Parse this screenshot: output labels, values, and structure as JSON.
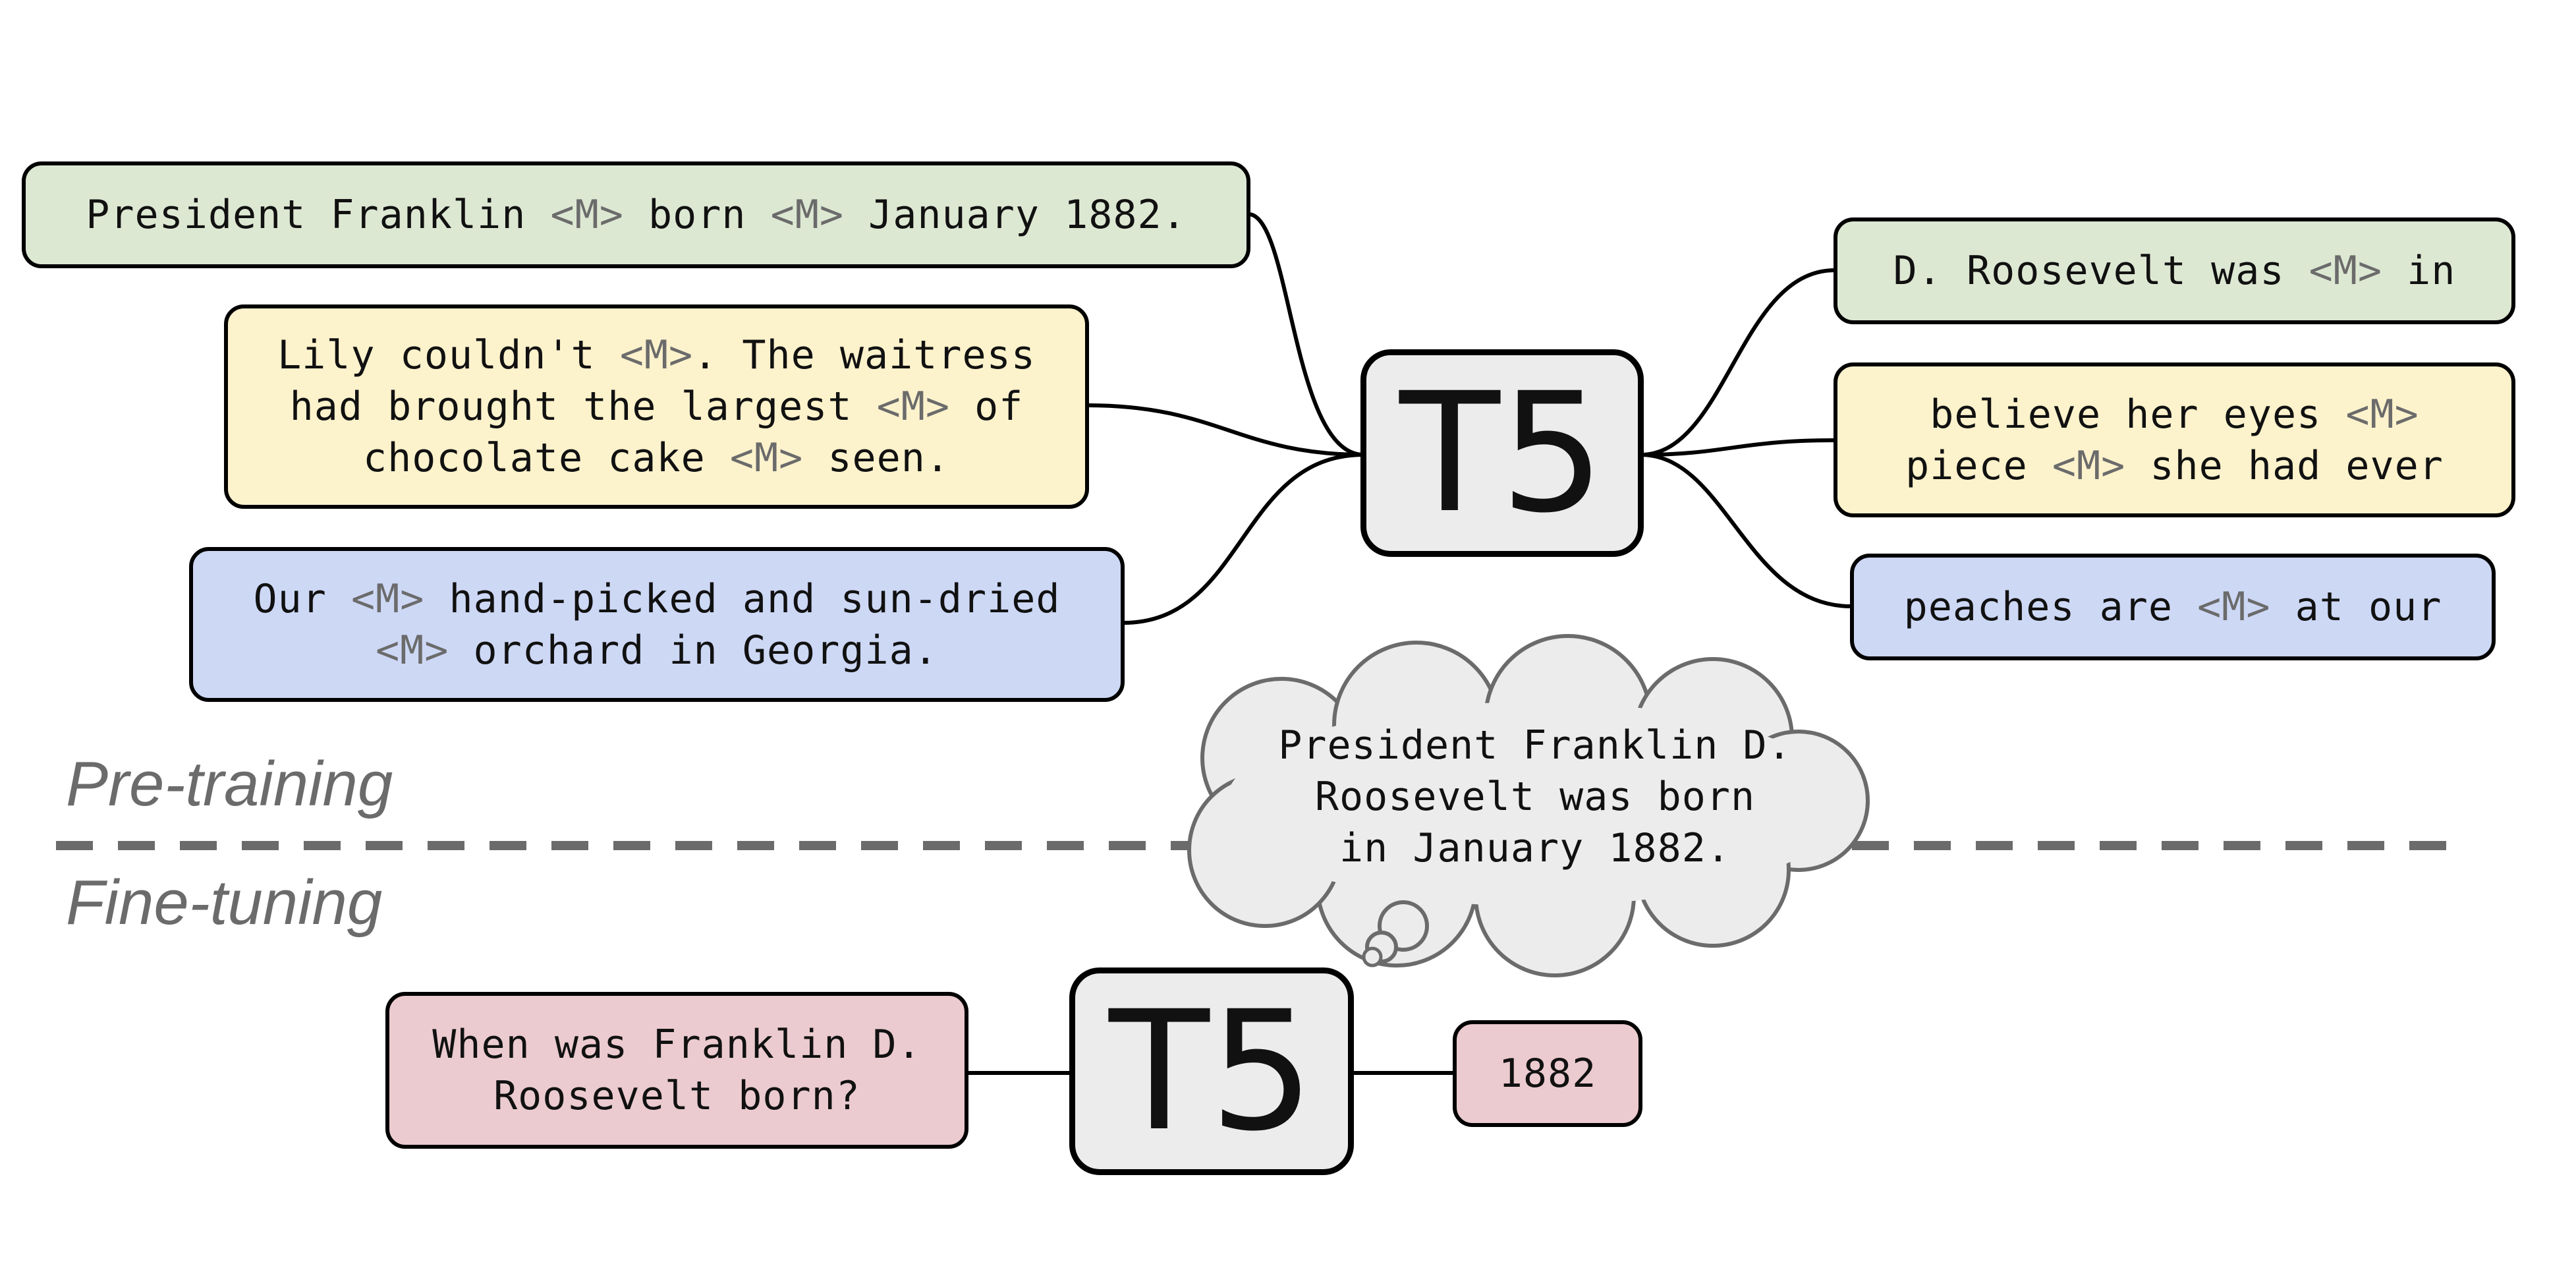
{
  "colors": {
    "green": "#dde8d3",
    "yellow": "#fcf2cc",
    "blue": "#cdd8f5",
    "pink": "#ebcbcf",
    "model": "#ececec",
    "cloud": "#ececec",
    "divider": "#6b6b6b",
    "label": "#6b6b6b",
    "mask_token": "#6b6b6b"
  },
  "pretraining": {
    "model_label": "T5",
    "inputs": [
      {
        "id": "in-1",
        "color": "green",
        "lines": [
          [
            "President Franklin ",
            "<M>",
            " born ",
            "<M>",
            " January 1882."
          ]
        ]
      },
      {
        "id": "in-2",
        "color": "yellow",
        "lines": [
          [
            "Lily couldn't ",
            "<M>",
            ". The waitress"
          ],
          [
            "had brought the largest ",
            "<M>",
            " of"
          ],
          [
            "chocolate cake ",
            "<M>",
            " seen."
          ]
        ]
      },
      {
        "id": "in-3",
        "color": "blue",
        "lines": [
          [
            "Our ",
            "<M>",
            " hand-picked and sun-dried"
          ],
          [
            "<M>",
            " orchard in Georgia."
          ]
        ]
      }
    ],
    "outputs": [
      {
        "id": "out-1",
        "color": "green",
        "lines": [
          [
            "D. Roosevelt was ",
            "<M>",
            " in"
          ]
        ]
      },
      {
        "id": "out-2",
        "color": "yellow",
        "lines": [
          [
            "believe her eyes ",
            "<M>"
          ],
          [
            "piece ",
            "<M>",
            " she had ever"
          ]
        ]
      },
      {
        "id": "out-3",
        "color": "blue",
        "lines": [
          [
            "peaches are ",
            "<M>",
            " at our"
          ]
        ]
      }
    ]
  },
  "labels": {
    "pretraining": "Pre-training",
    "finetuning": "Fine-tuning"
  },
  "thought": {
    "lines": [
      "President Franklin D.",
      "Roosevelt was born",
      "in January 1882."
    ]
  },
  "finetuning": {
    "model_label": "T5",
    "input": {
      "color": "pink",
      "lines": [
        "When was Franklin D.",
        "Roosevelt born?"
      ]
    },
    "output": {
      "color": "pink",
      "text": "1882"
    }
  }
}
